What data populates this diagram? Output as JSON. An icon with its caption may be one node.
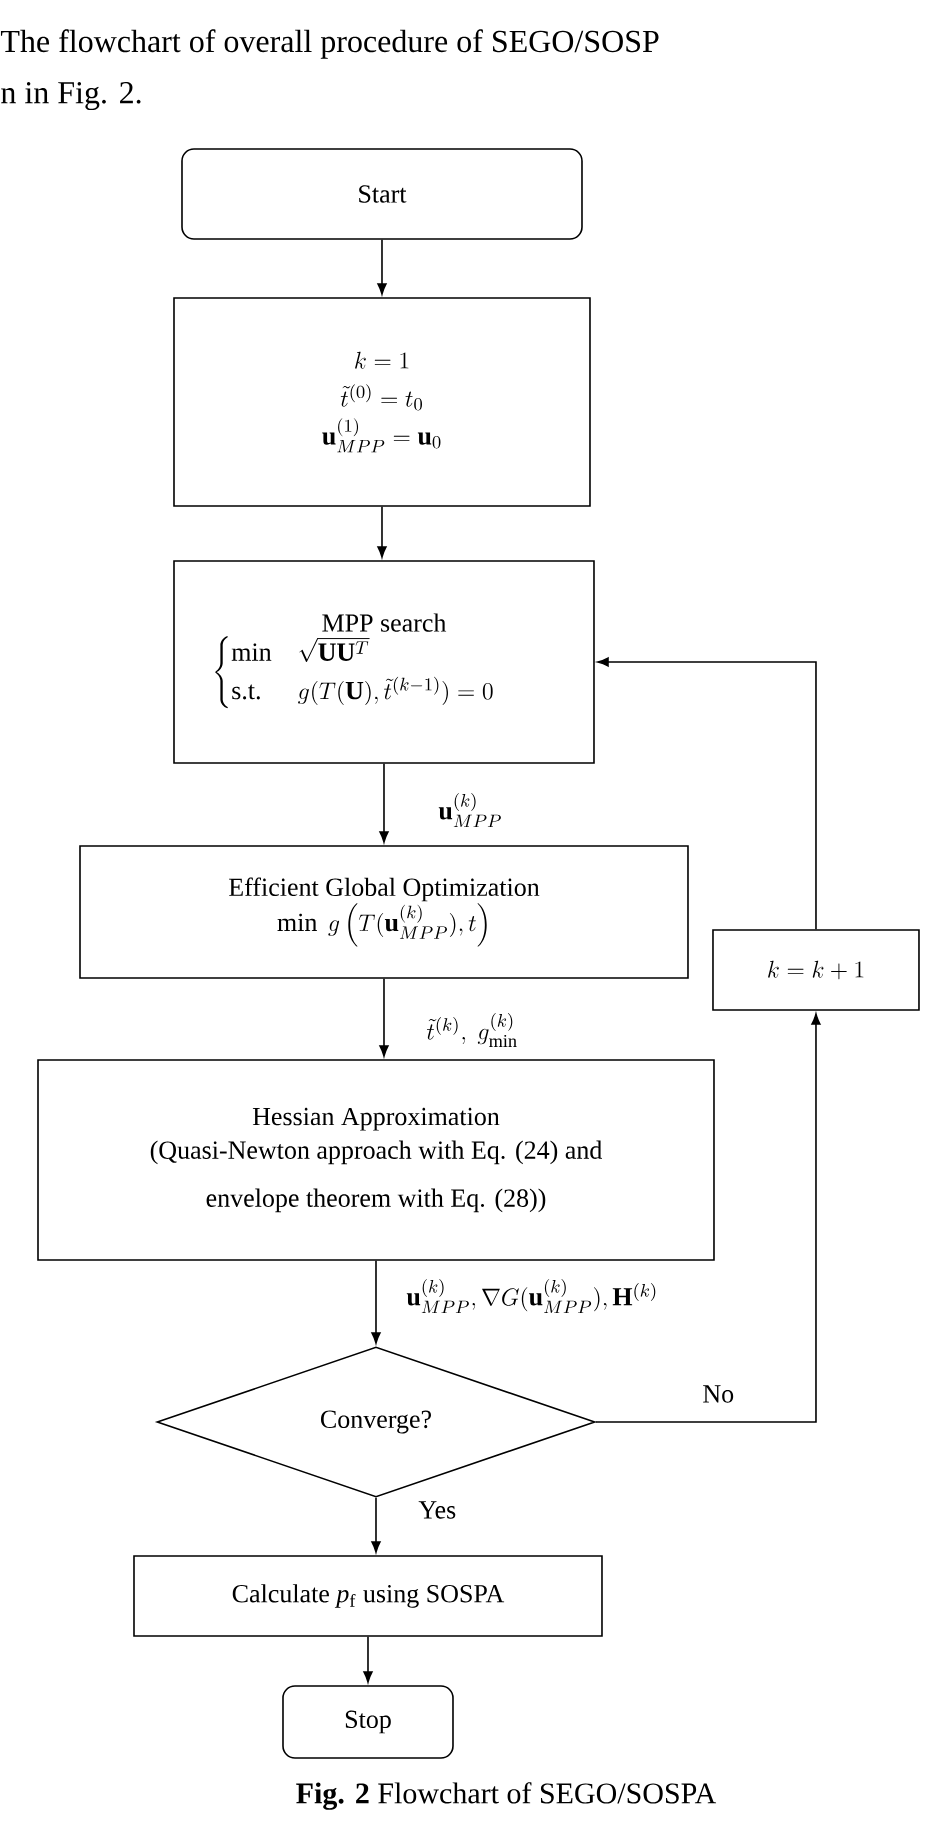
{
  "diagram": {
    "caption": "**Fig. 2** Flowchart of SEGO/SOSPA",
    "nodes": [
      {
        "text": [
          "Start"
        ]
      },
      {
        "text": [
          "k=1",
          "\\tilde{t}^{(0)}=t_0",
          "\\mathbf{u}_{MPP}^{(1)}=\\mathbf{u}_0"
        ]
      },
      {
        "text": [
          "MPP search",
          "\\begin{cases}\\min & \\sqrt{\\mathbf{U}\\mathbf{U}^{T}}\\\\ \\text{s.t.} & g(T(\\mathbf{U}),\\tilde{t}^{(k-1)})=0\\end{cases}"
        ]
      },
      {
        "text": [
          "Efficient Global Optimization",
          "\\min\\ g\\left(T(\\mathbf{u}_{MPP}^{(k)}),t\\right)"
        ]
      },
      {
        "text": [
          "Hessian Approximation",
          "(Quasi-Newton approach with Eq. (24) and envelope theorem with Eq. (28))"
        ]
      },
      {
        "text": [
          "Converge?"
        ]
      },
      {
        "text": [
          "Calculate *p*$_{f}$ using SOSPA"
        ]
      },
      {
        "text": [
          "Stop"
        ]
      },
      {
        "text": [
          "k=k+1"
        ]
      }
    ],
    "edges": [
      {
        "from": 0,
        "to": 1,
        "arrow": "to"
      },
      {
        "from": 1,
        "to": 2,
        "arrow": "to"
      },
      {
        "from": 2,
        "to": 3,
        "arrow": "to",
        "label": "\\mathbf{u}_{MPP}^{(k)}"
      },
      {
        "from": 3,
        "to": 4,
        "arrow": "to",
        "label": "\\tilde{t}^{(k)},\\ g_{\\min}^{(k)}"
      },
      {
        "from": 4,
        "to": 5,
        "arrow": "to",
        "label": "\\mathbf{u}_{MPP}^{(k)},\\nabla G(\\mathbf{u}_{MPP}^{(k)}),\\mathbf{H}^{(k)}"
      },
      {
        "from": 5,
        "to": 6,
        "arrow": "to",
        "label": "Yes"
      },
      {
        "from": 5,
        "to": 8,
        "arrow": "to",
        "label": "No"
      },
      {
        "from": 8,
        "to": 2,
        "arrow": "to"
      },
      {
        "from": 6,
        "to": 7,
        "arrow": "to"
      }
    ],
    "labels": [
      "The flowchart of overall procedure of SEGO/SOSP",
      "n in Fig. 2."
    ]
  }
}
